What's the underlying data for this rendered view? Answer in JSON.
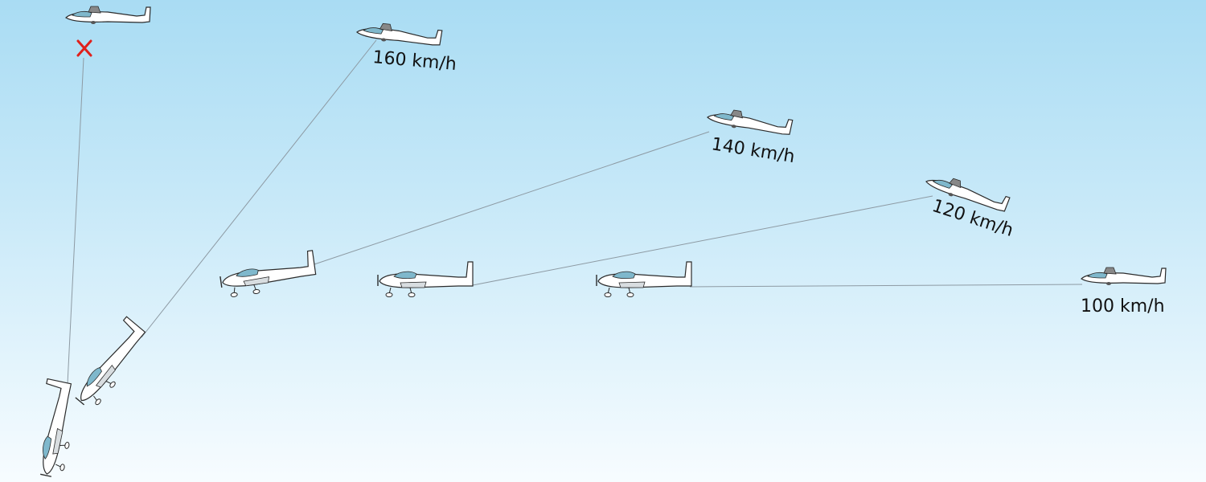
{
  "scenes": [
    {
      "speed_label": "160 km/h",
      "released": false
    },
    {
      "speed_label": "140 km/h",
      "released": false
    },
    {
      "speed_label": "120 km/h",
      "released": false
    },
    {
      "speed_label": "100 km/h",
      "released": false
    },
    {
      "speed_label": "",
      "released": true
    }
  ],
  "colors": {
    "sky_top": "#a9dcf3",
    "sky_bottom": "#f7fcff",
    "aircraft_body": "#ffffff",
    "aircraft_outline": "#2b2b2b",
    "canopy": "#7fb8cc",
    "tow_rope": "#8d9aa3",
    "release_mark": "#e0201b"
  },
  "icons": {
    "glider": "glider-icon",
    "tow_plane": "tow-plane-icon",
    "release_mark": "release-x-icon"
  }
}
